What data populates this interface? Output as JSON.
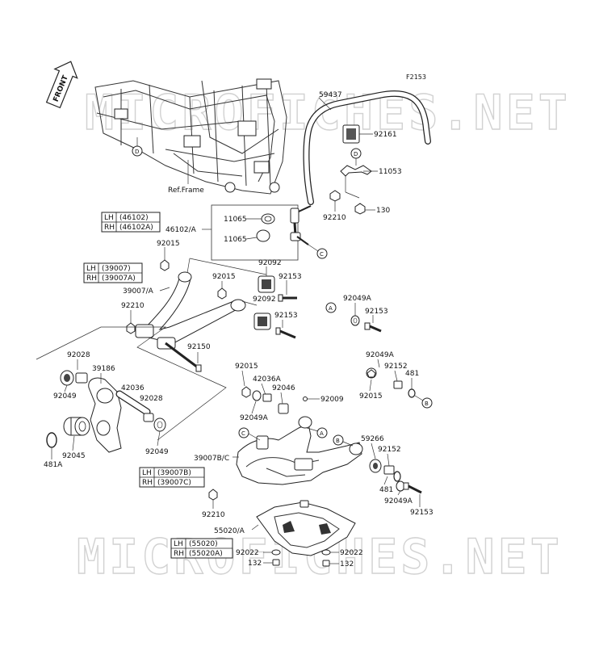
{
  "diagram_code": "F2153",
  "front_arrow": "FRONT",
  "watermark": "MICROFICHES.NET",
  "ref_frame": "Ref.Frame",
  "callouts": {
    "D": "D",
    "C": "C",
    "A": "A",
    "B": "B"
  },
  "side_tables": {
    "t46102": {
      "lh": "LH",
      "lh_num": "(46102)",
      "rh": "RH",
      "rh_num": "(46102A)"
    },
    "t39007": {
      "lh": "LH",
      "lh_num": "(39007)",
      "rh": "RH",
      "rh_num": "(39007A)"
    },
    "t39007b": {
      "lh": "LH",
      "lh_num": "(39007B)",
      "rh": "RH",
      "rh_num": "(39007C)"
    },
    "t55020": {
      "lh": "LH",
      "lh_num": "(55020)",
      "rh": "RH",
      "rh_num": "(55020A)"
    }
  },
  "parts": {
    "p59437": "59437",
    "p92161": "92161",
    "p11053": "11053",
    "p130": "130",
    "p92210a": "92210",
    "p11065a": "11065",
    "p11065b": "11065",
    "p46102a": "46102/A",
    "p92015a": "92015",
    "p92092a": "92092",
    "p92015b": "92015",
    "p92153a": "92153",
    "p39007a": "39007/A",
    "p92092b": "92092",
    "p92210b": "92210",
    "p92153b": "92153",
    "p92049a_r": "92049A",
    "p92153c": "92153",
    "p92150": "92150",
    "p92028a": "92028",
    "p39186": "39186",
    "p92049a": "92049",
    "p42036": "42036",
    "p92028b": "92028",
    "p92049b": "92049",
    "p92045": "92045",
    "p481a": "481A",
    "p92015c": "92015",
    "p42036a": "42036A",
    "p92046": "92046",
    "p92009": "92009",
    "p92049a_m": "92049A",
    "p92049a_r2": "92049A",
    "p92152a": "92152",
    "p481": "481",
    "p92015d": "92015",
    "p59266": "59266",
    "p92152b": "92152",
    "p481b": "481",
    "p92049a_b": "92049A",
    "p92153d": "92153",
    "p39007bc": "39007B/C",
    "p92210c": "92210",
    "p55020a": "55020/A",
    "p92022a": "92022",
    "p132a": "132",
    "p92022b": "92022",
    "p132b": "132"
  }
}
